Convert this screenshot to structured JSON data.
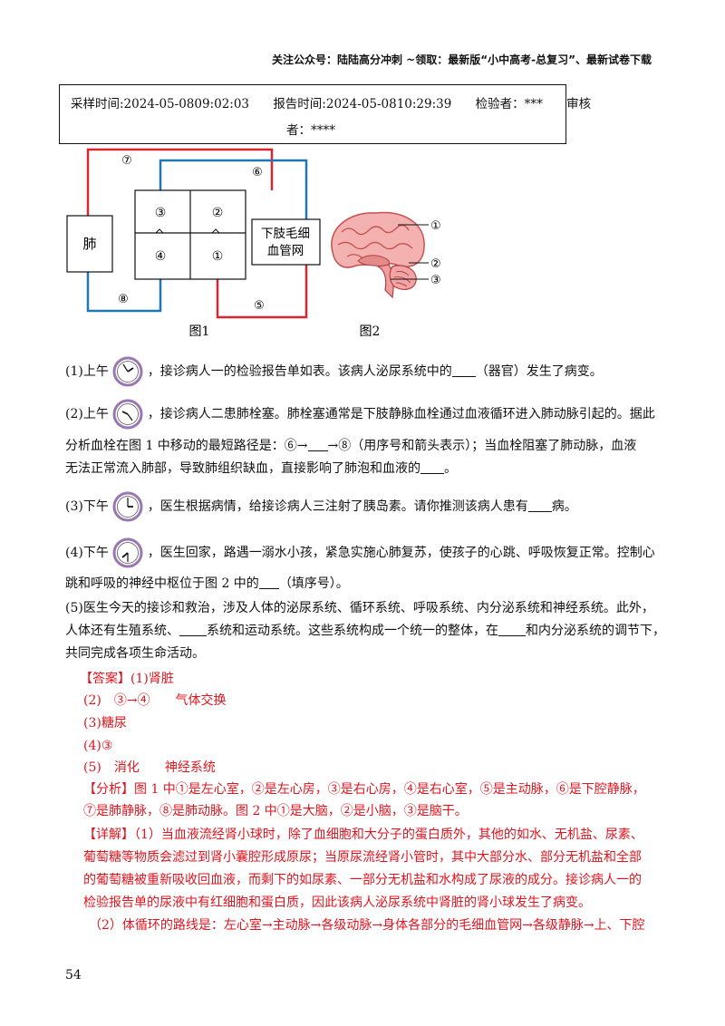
{
  "header": "关注公众号：陆陆高分冲刺 ~领取：最新版“小中高考-总复习”、最新试卷下载",
  "report": {
    "sample_time": "采样时间:2024-05-0809:02:03",
    "report_time": "报告时间:2024-05-0810:29:39",
    "inspector": "检验者：***",
    "auditor_a": "审核",
    "auditor_b": "者：****"
  },
  "fig1": {
    "lung": "肺",
    "capillary_l1": "下肢毛细",
    "capillary_l2": "血管网",
    "n1": "①",
    "n2": "②",
    "n3": "③",
    "n4": "④",
    "n5": "⑤",
    "n6": "⑥",
    "n7": "⑦",
    "n8": "⑧",
    "caption": "图1"
  },
  "fig2": {
    "n1": "①",
    "n2": "②",
    "n3": "③",
    "caption": "图2"
  },
  "q1": {
    "pre": "(1)上午",
    "text": "，接诊病人一的检验报告单如表。该病人泌尿系统中的",
    "post": "（器官）发生了病变。"
  },
  "q2": {
    "pre": "(2)上午",
    "l1": "，接诊病人二患肺栓塞。肺栓塞通常是下肢静脉血栓通过血液循环进入肺动脉引起的。据此",
    "l2a": "分析血栓在图 1 中移动的最短路径是：⑥→",
    "l2b": "→⑧（用序号和箭头表示）；当血栓阻塞了肺动脉，血液",
    "l3a": "无法正常流入肺部，导致肺组织缺血，直接影响了肺泡和血液的",
    "l3b": "。"
  },
  "q3": {
    "pre": "(3)下午",
    "text": "，医生根据病情，给接诊病人三注射了胰岛素。请你推测该病人患有",
    "post": "病。"
  },
  "q4": {
    "pre": "(4)下午",
    "l1": "，医生回家，路遇一溺水小孩，紧急实施心肺复苏，使孩子的心跳、呼吸恢复正常。控制心",
    "l2a": "跳和呼吸的神经中枢位于图 2 中的",
    "l2b": "（填序号）。"
  },
  "q5": {
    "l1": "(5)医生今天的接诊和救治，涉及人体的泌尿系统、循环系统、呼吸系统、内分泌系统和神经系统。此外，",
    "l2a": "人体还有生殖系统、",
    "l2b": "系统和运动系统。这些系统构成一个统一的整体，在",
    "l2c": "和内分泌系统的调节下，",
    "l3": "共同完成各项生命活动。"
  },
  "answer": {
    "label": "【答案】",
    "a1": "(1)肾脏",
    "a2": "(2)　③→④　　气体交换",
    "a3": "(3)糖尿",
    "a4": "(4)③",
    "a5": "(5)　消化　　神经系统"
  },
  "analysis": {
    "label": "【分析】",
    "l1": "图 1 中①是左心室，②是左心房，③是右心房，④是右心室，⑤是主动脉，⑥是下腔静脉，",
    "l2": "⑦是肺静脉，⑧是肺动脉。图 2 中①是大脑，②是小脑，③是脑干。"
  },
  "detail": {
    "label": "【详解】",
    "l1": "（1）当血液流经肾小球时，除了血细胞和大分子的蛋白质外，其他的如水、无机盐、尿素、",
    "l2": "葡萄糖等物质会滤过到肾小囊腔形成原尿；当原尿流经肾小管时，其中大部分水、部分无机盐和全部",
    "l3": "的葡萄糖被重新吸收回血液，而剩下的如尿素、一部分无机盐和水构成了尿液的成分。接诊病人一的",
    "l4": "检验报告单的尿液中有红细胞和蛋白质，因此该病人泌尿系统中肾脏的肾小球发生了病变。",
    "l5": "（2）体循环的路线是：左心室→主动脉→各级动脉→身体各部分的毛细血管网→各级静脉→上、下腔"
  },
  "page_number": "54"
}
